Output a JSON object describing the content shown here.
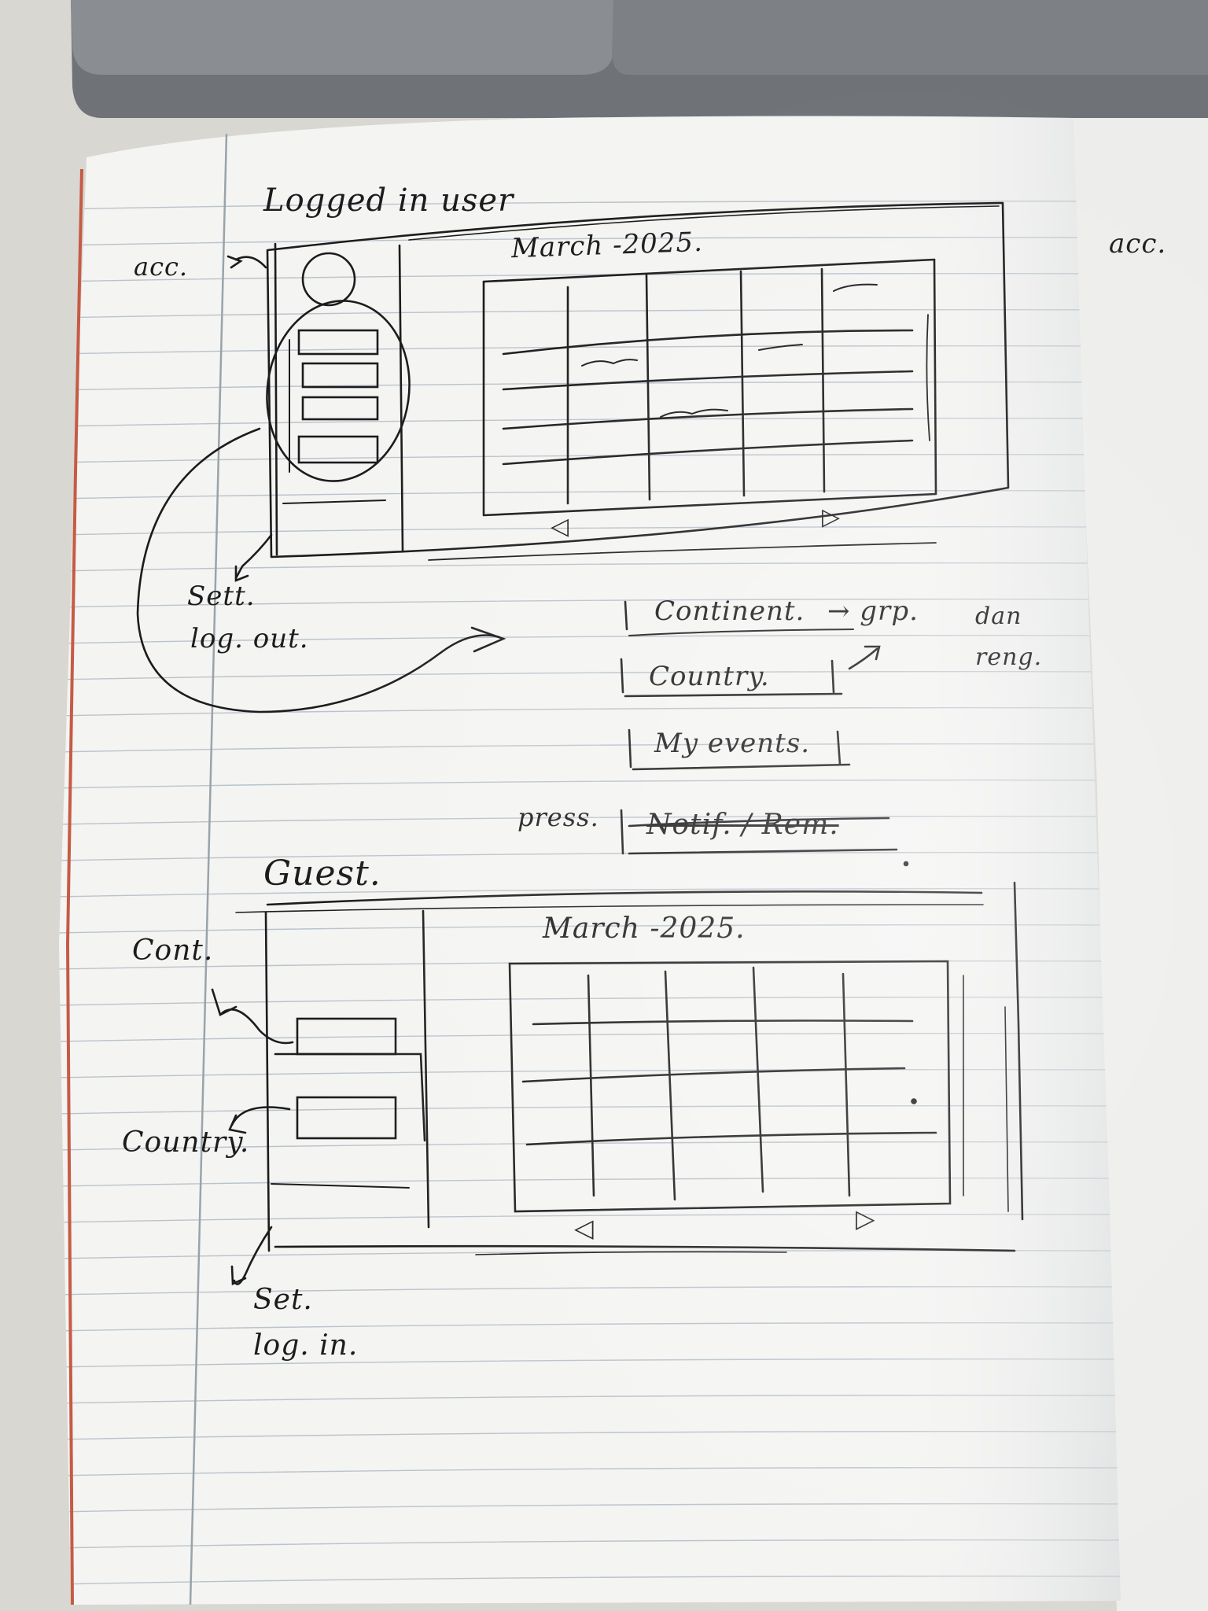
{
  "logged_in": {
    "heading": "Logged in user",
    "acc_label_left": "acc.",
    "acc_label_right": "acc.",
    "calendar_title": "March -2025.",
    "prev_arrow": "◁",
    "next_arrow": "▷",
    "settings_label": "Sett.",
    "logout_label": "log. out.",
    "menu_items": [
      "Continent.",
      "Country.",
      "My events.",
      "Notif. / Rem."
    ],
    "continent_note": "→ grp.",
    "dropdown_note": "dan reng.",
    "press_note": "press."
  },
  "guest": {
    "heading": "Guest.",
    "calendar_title": "March -2025.",
    "continent_label": "Cont.",
    "country_label": "Country.",
    "prev_arrow": "◁",
    "next_arrow": "▷",
    "settings_label": "Set.",
    "login_label": "log. in."
  },
  "colors": {
    "paper": "#f4f4f2",
    "ink": "#1c1c1c",
    "rule_line": "#b9c3cc",
    "margin_line": "#9aa3aa",
    "laptop": "#6f7378"
  }
}
